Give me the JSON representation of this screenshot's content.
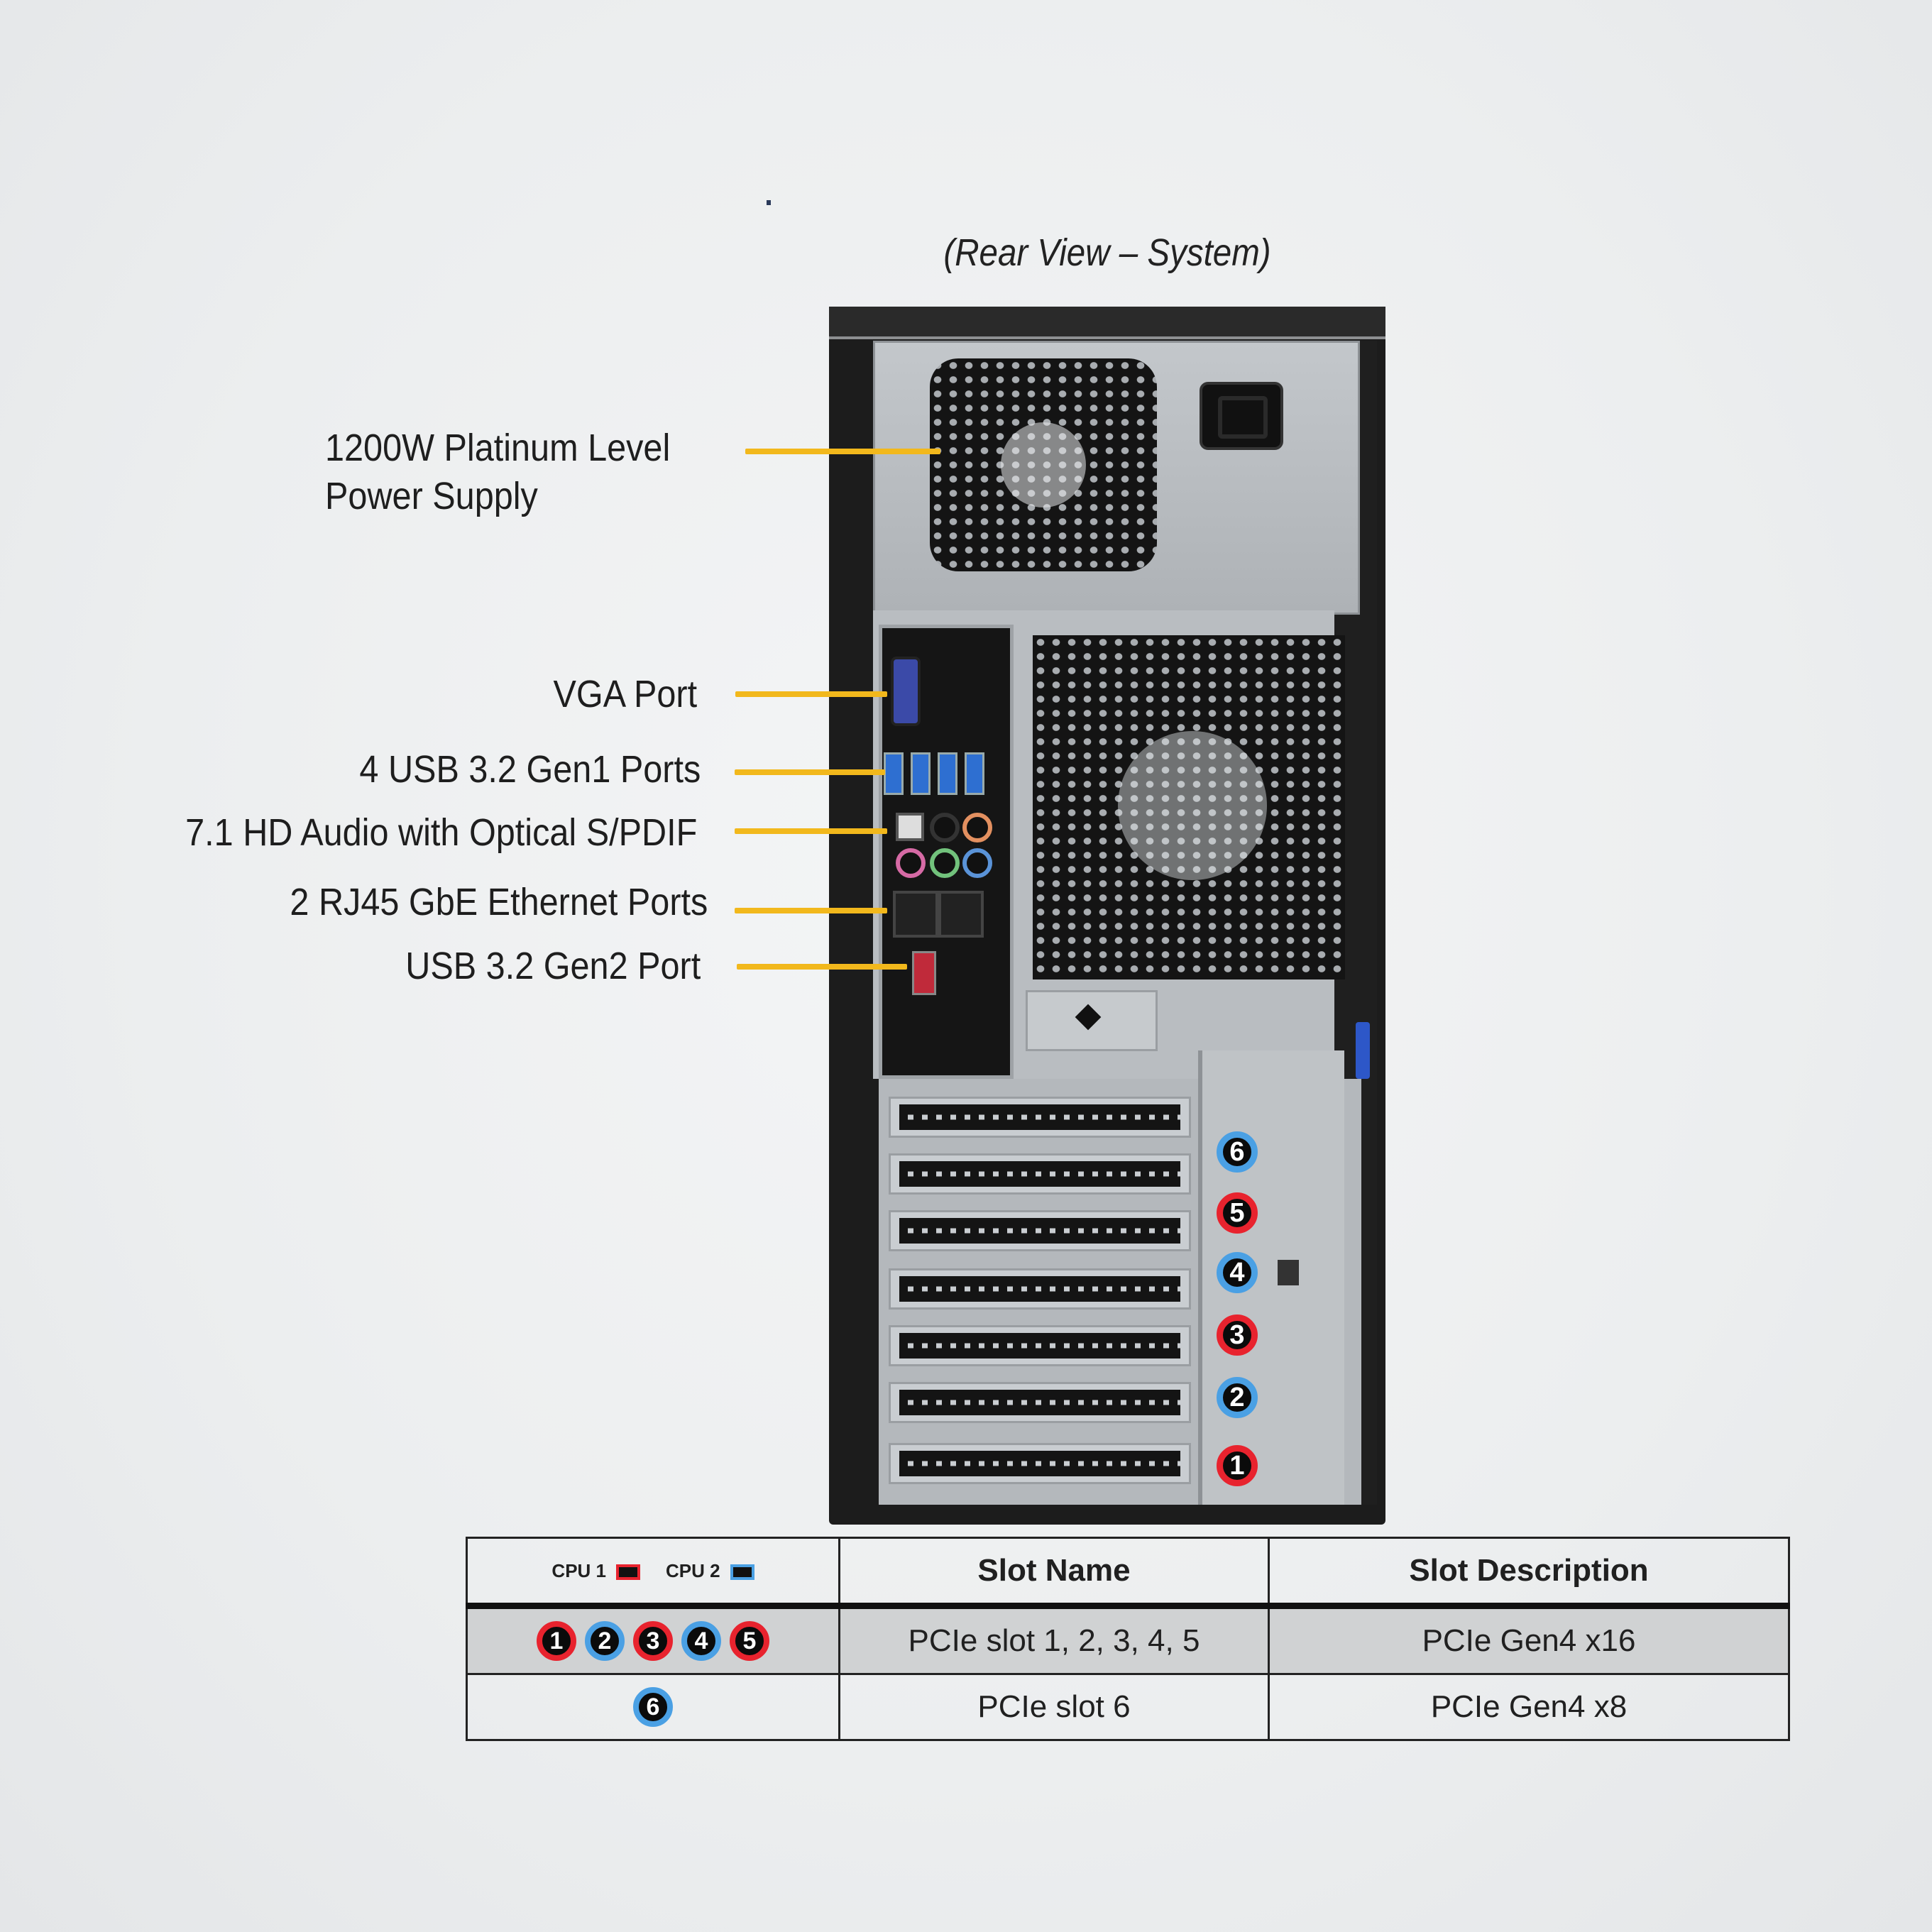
{
  "title": "(Rear View – System)",
  "callouts": [
    {
      "id": "psu",
      "line1": "1200W Platinum Level",
      "line2": "Power Supply"
    },
    {
      "id": "vga",
      "text": "VGA Port"
    },
    {
      "id": "usb-gen1",
      "text": "4 USB 3.2 Gen1  Ports"
    },
    {
      "id": "audio",
      "text": "7.1 HD Audio with Optical S/PDIF"
    },
    {
      "id": "rj45",
      "text": "2 RJ45 GbE Ethernet  Ports"
    },
    {
      "id": "usb-gen2",
      "text": "USB 3.2 Gen2 Port"
    }
  ],
  "colors": {
    "leader": "#f2b81c",
    "cpu1": "#e8232e",
    "cpu2": "#4aa0e4"
  },
  "slot_badges": [
    {
      "num": "6",
      "cpu": "cpu2"
    },
    {
      "num": "5",
      "cpu": "cpu1"
    },
    {
      "num": "4",
      "cpu": "cpu2"
    },
    {
      "num": "3",
      "cpu": "cpu1"
    },
    {
      "num": "2",
      "cpu": "cpu2"
    },
    {
      "num": "1",
      "cpu": "cpu1"
    }
  ],
  "table": {
    "legend": {
      "cpu1": "CPU 1",
      "cpu2": "CPU 2"
    },
    "headers": [
      "Slot Name",
      "Slot Description"
    ],
    "rows": [
      {
        "badges": [
          "1",
          "2",
          "3",
          "4",
          "5"
        ],
        "slot_name": "PCIe slot 1, 2, 3, 4, 5",
        "slot_description": "PCIe Gen4 x16"
      },
      {
        "badges": [
          "6"
        ],
        "slot_name": "PCIe slot 6",
        "slot_description": "PCIe Gen4 x8"
      }
    ]
  }
}
